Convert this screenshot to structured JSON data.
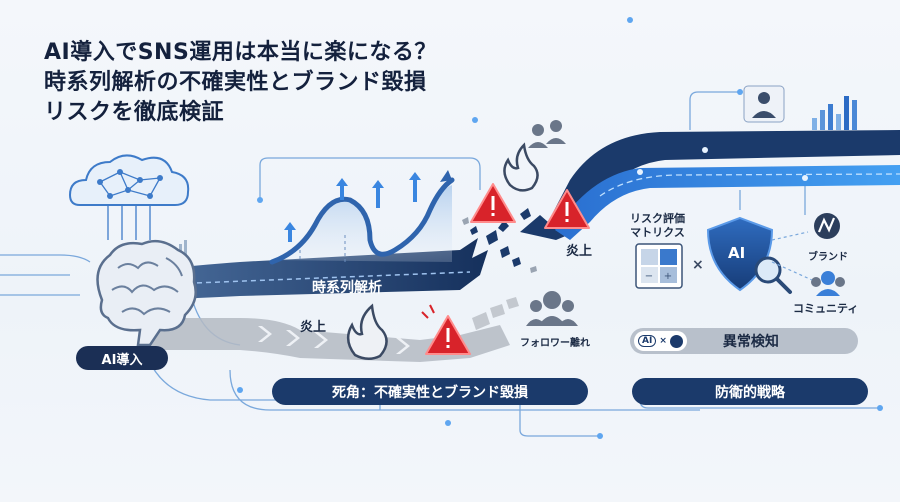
{
  "title": {
    "line1": "AI導入でSNS運用は本当に楽になる？",
    "line2": "時系列解析の不確実性とブランド毀損",
    "line3": "リスクを徹底検証"
  },
  "labels": {
    "ai_intro": "AI導入",
    "time_series": "時系列解析",
    "flame_left": "炎上",
    "flame_right": "炎上",
    "follower_loss": "フォロワー離れ",
    "risk_matrix_line1": "リスク評価",
    "risk_matrix_line2": "マトリクス",
    "brand": "ブランド",
    "community": "コミュニティ",
    "anomaly_detection": "異常検知",
    "blind_spot": "死角：不確実性とブランド毀損",
    "defense": "防衛的戦略",
    "shield_text": "AI",
    "chip_ai": "AI",
    "chip_x": "×",
    "matrix_x": "×"
  },
  "colors": {
    "navy": "#1b3a6b",
    "blue": "#2f7fe0",
    "warning_red": "#d8232a",
    "gray": "#a5adb8"
  }
}
